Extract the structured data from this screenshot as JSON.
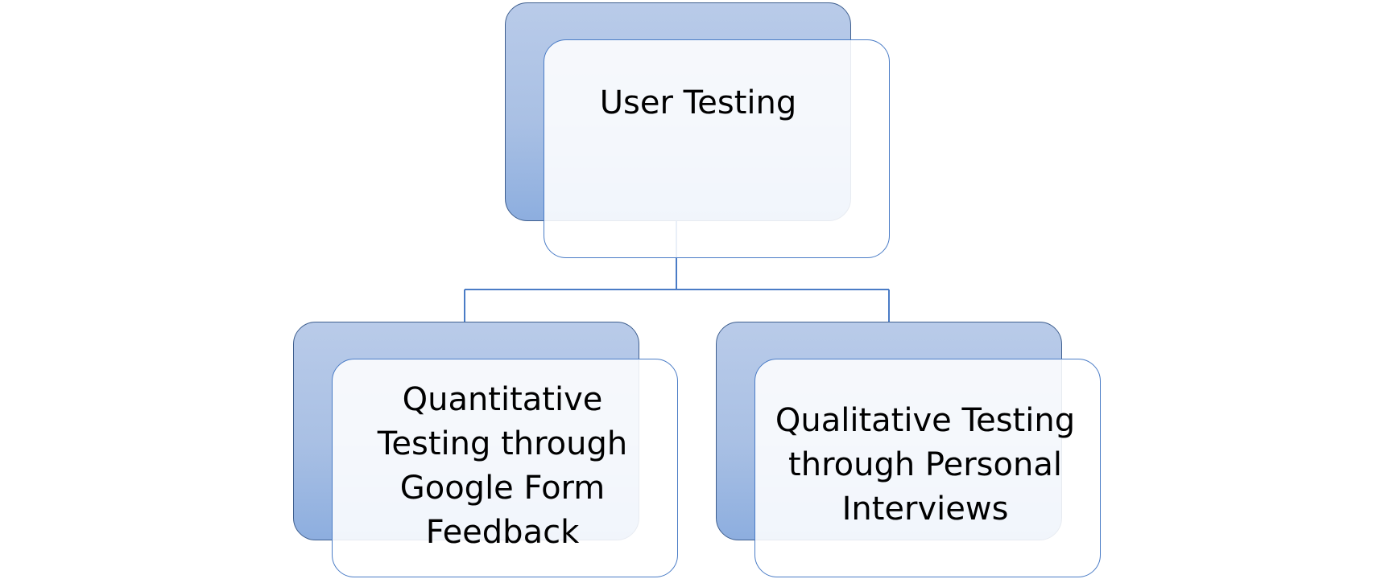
{
  "diagram": {
    "root": {
      "label": "User Testing"
    },
    "children": [
      {
        "label": "Quantitative Testing through Google Form Feedback"
      },
      {
        "label": "Qualitative Testing through Personal Interviews"
      }
    ]
  },
  "colors": {
    "connector": "#4a7cc6",
    "back_card_top": "#b9cbe9",
    "back_card_bottom": "#8daedf",
    "front_card_border": "#4a7cc6"
  }
}
